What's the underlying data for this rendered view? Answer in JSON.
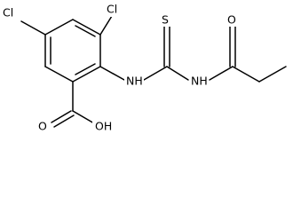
{
  "molecule": {
    "atoms": {
      "cl_left": "Cl",
      "cl_top": "Cl",
      "sulfur": "S",
      "oxygen": "O",
      "nh_left": "NH",
      "nh_right": "NH",
      "carboxyl_o": "O",
      "carboxyl_oh": "OH"
    }
  }
}
